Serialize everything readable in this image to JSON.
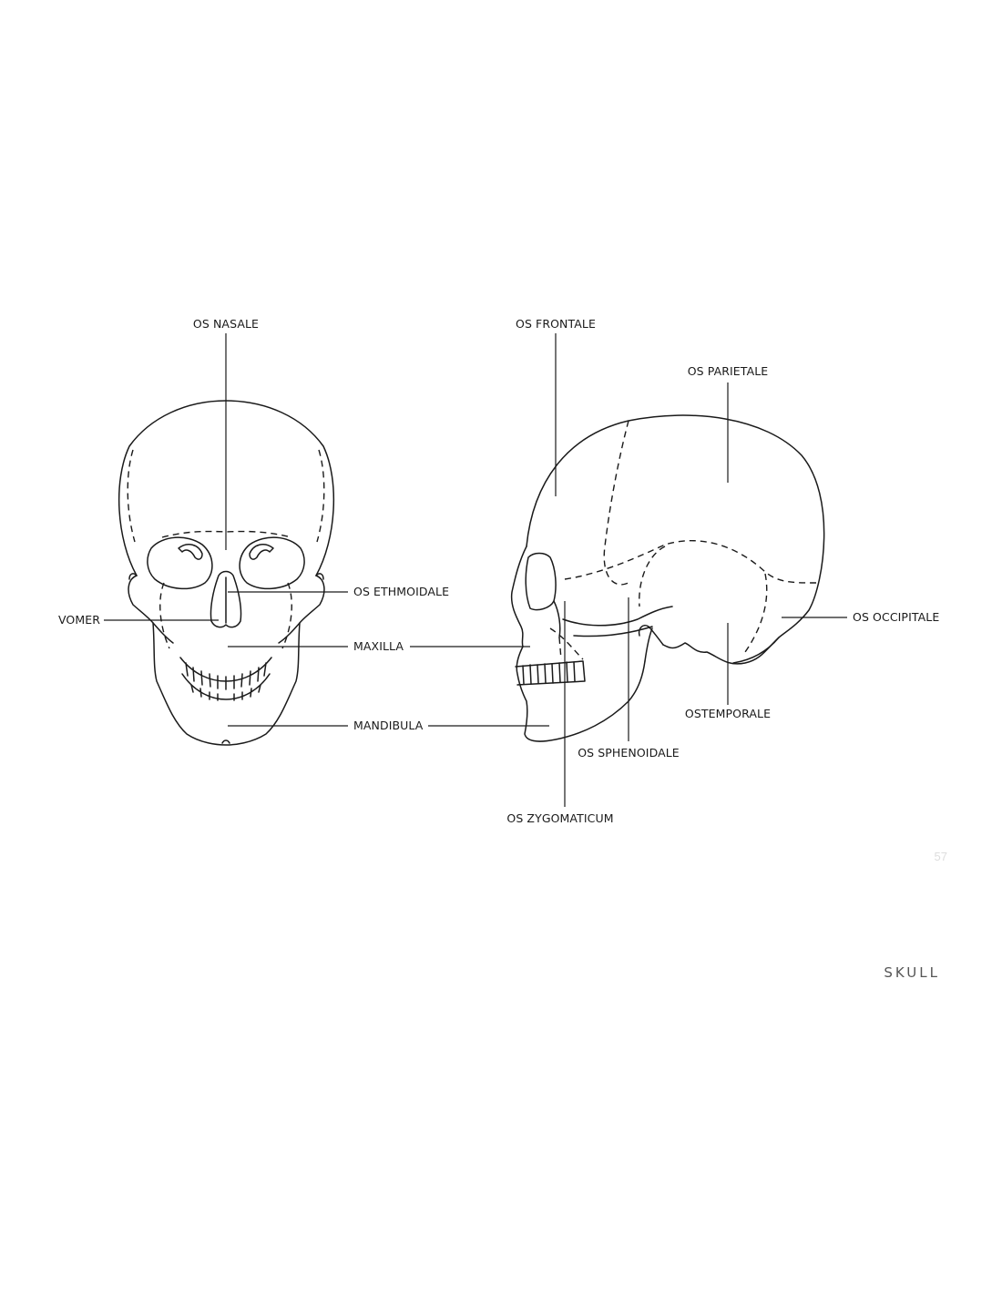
{
  "labels": {
    "os_nasale": "OS NASALE",
    "os_ethmoidale": "OS ETHMOIDALE",
    "vomer": "VOMER",
    "maxilla": "MAXILLA",
    "mandibula": "MANDIBULA",
    "os_frontale": "OS FRONTALE",
    "os_parietale": "OS PARIETALE",
    "os_occipitale": "OS OCCIPITALE",
    "os_temporale": "OSTEMPORALE",
    "os_sphenoidale": "OS SPHENOIDALE",
    "os_zygomaticum": "OS ZYGOMATICUM"
  },
  "page": {
    "number": "57",
    "running_title": "SKULL"
  }
}
